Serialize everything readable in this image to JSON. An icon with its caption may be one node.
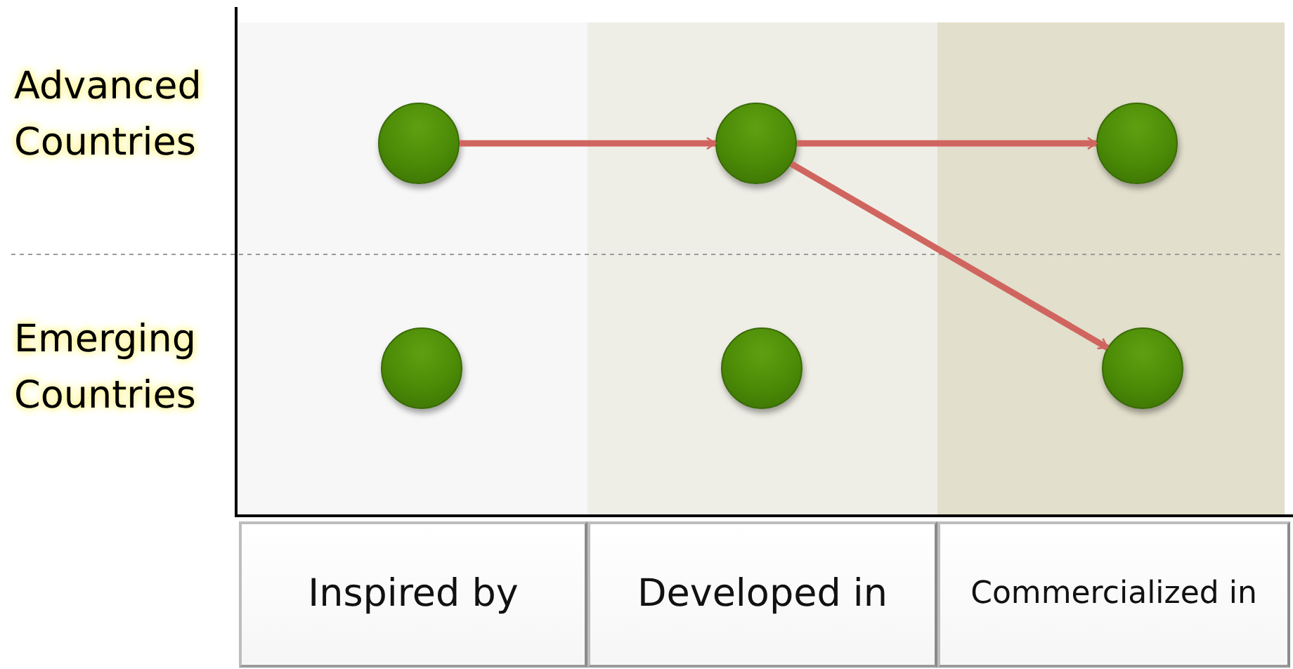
{
  "diagram": {
    "nodes": [
      {
        "text": [],
        "shape": "circle"
      },
      {
        "text": [],
        "shape": "circle"
      },
      {
        "text": [],
        "shape": "circle"
      },
      {
        "text": [],
        "shape": "circle"
      },
      {
        "text": [],
        "shape": "circle"
      },
      {
        "text": [],
        "shape": "circle"
      },
      {
        "text": [
          "Inspired by"
        ]
      },
      {
        "text": [
          "Developed in"
        ]
      },
      {
        "text": [
          "Commercialized in"
        ]
      }
    ],
    "edges": [
      {
        "from": 0,
        "to": 1,
        "arrow": "to"
      },
      {
        "from": 1,
        "to": 2,
        "arrow": "to"
      },
      {
        "from": 1,
        "to": 5,
        "arrow": "to"
      }
    ],
    "labels": [
      "Advanced Countries",
      "Emerging Countries"
    ]
  }
}
